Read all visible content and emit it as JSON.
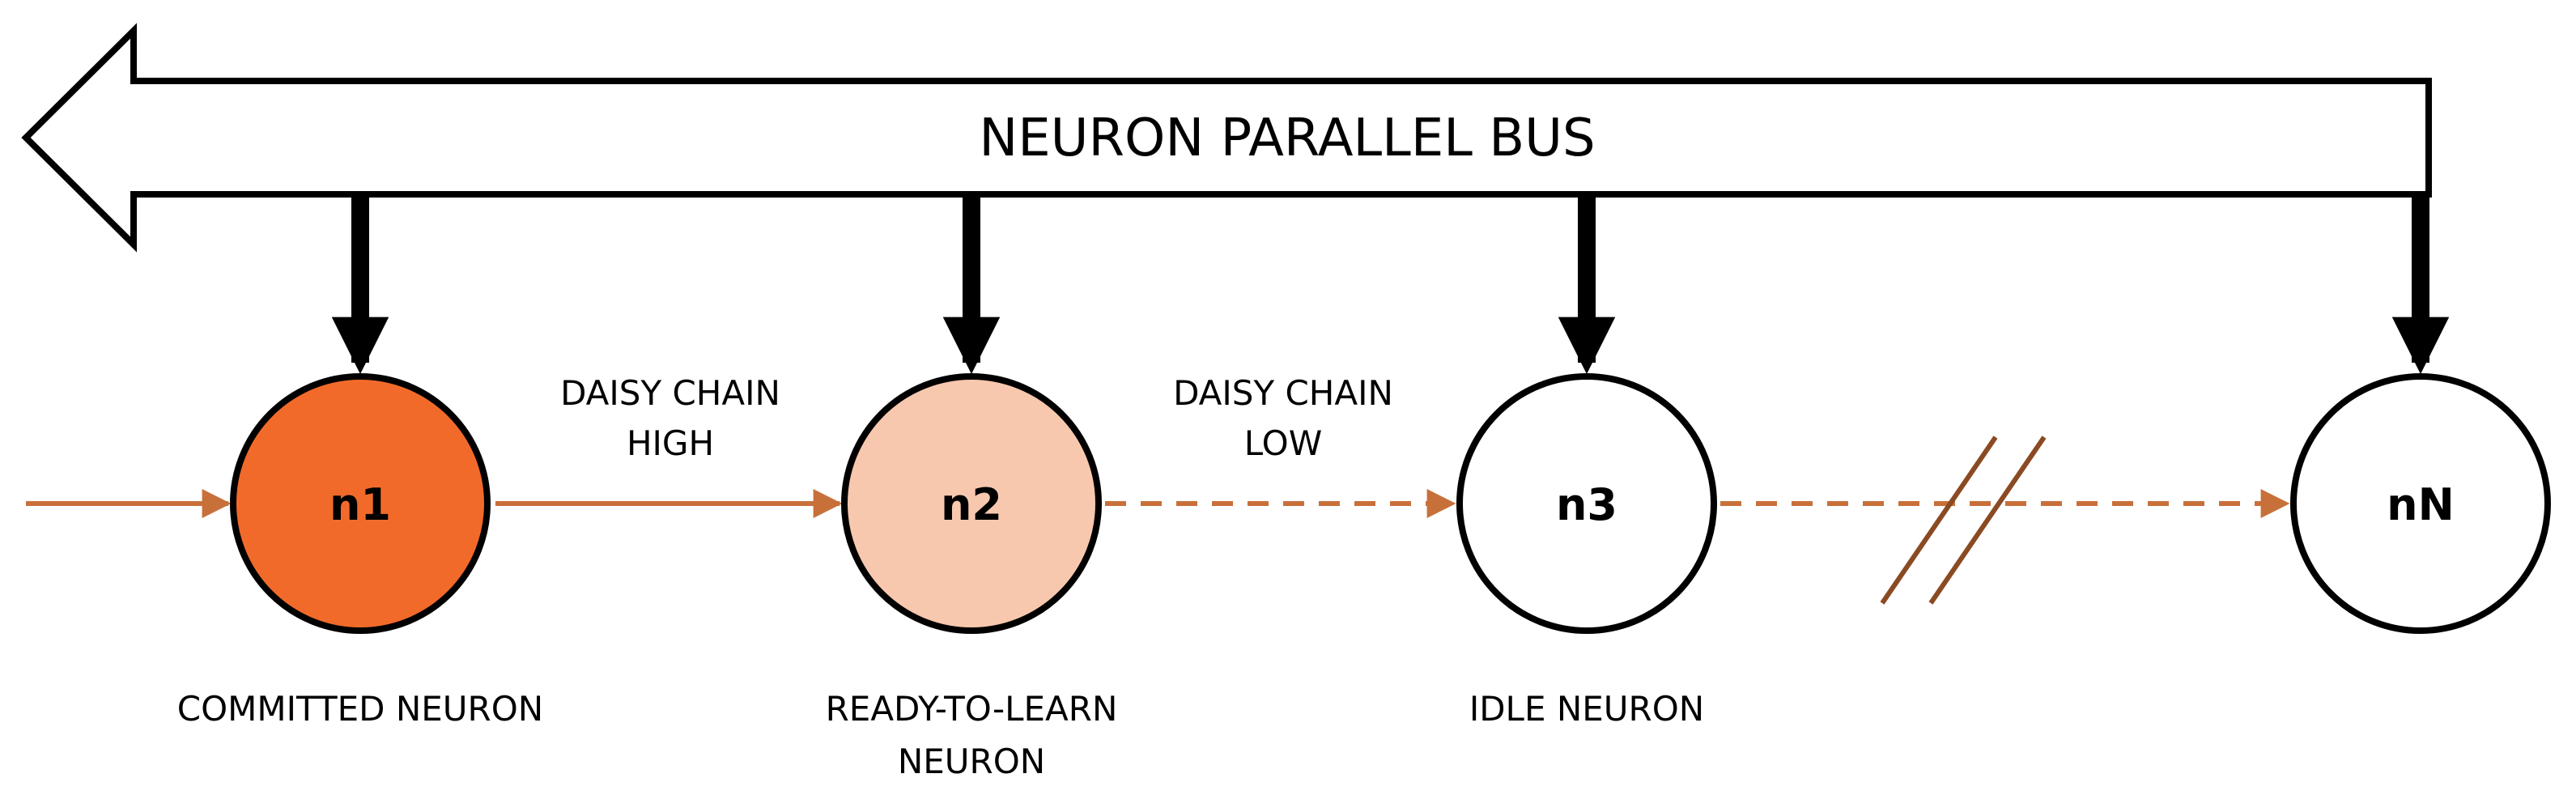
{
  "bus": {
    "title": "NEURON PARALLEL BUS"
  },
  "nodes": [
    {
      "id": "n1",
      "label": "n1",
      "fill": "#F26A2A",
      "caption": [
        "COMMITTED NEURON"
      ]
    },
    {
      "id": "n2",
      "label": "n2",
      "fill": "#F8C8AE",
      "caption": [
        "READY-TO-LEARN",
        "NEURON"
      ]
    },
    {
      "id": "n3",
      "label": "n3",
      "fill": "#FFFFFF",
      "caption": [
        "IDLE NEURON"
      ]
    },
    {
      "id": "nN",
      "label": "nN",
      "fill": "#FFFFFF",
      "caption": []
    }
  ],
  "links": [
    {
      "id": "daisy-high",
      "label": [
        "DAISY CHAIN",
        "HIGH"
      ],
      "style": "solid"
    },
    {
      "id": "daisy-low",
      "label": [
        "DAISY CHAIN",
        "LOW"
      ],
      "style": "dashed"
    },
    {
      "id": "gap",
      "label": [],
      "style": "dashed-broken"
    }
  ],
  "colors": {
    "chain": "#C8703A",
    "outline": "#000000"
  }
}
